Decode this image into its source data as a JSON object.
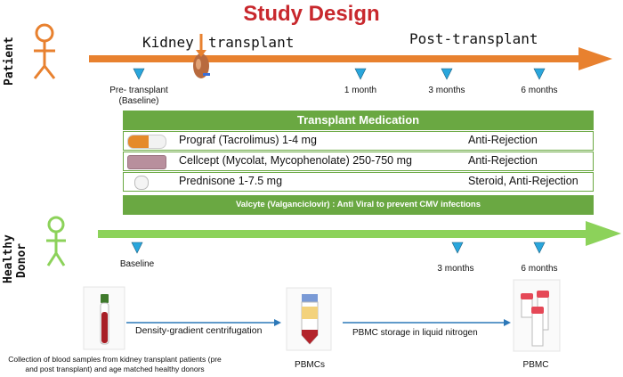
{
  "title": "Study Design",
  "patient": {
    "side_label": "Patient",
    "kidney_label": "Kidney",
    "transplant_label": "transplant",
    "post_label": "Post-transplant",
    "timepoints": [
      "Pre- transplant",
      "(Baseline)",
      "1 month",
      "3 months",
      "6 months"
    ]
  },
  "medication": {
    "header": "Transplant Medication",
    "rows": [
      {
        "drug": "Prograf (Tacrolimus) 1-4 mg",
        "use": "Anti-Rejection"
      },
      {
        "drug": "Cellcept (Mycolat, Mycophenolate) 250-750 mg",
        "use": "Anti-Rejection"
      },
      {
        "drug": "Prednisone 1-7.5 mg",
        "use": "Steroid, Anti-Rejection"
      }
    ],
    "footer": "Valcyte (Valganciclovir) : Anti Viral to prevent CMV infections"
  },
  "donor": {
    "side_label_1": "Healthy",
    "side_label_2": "Donor",
    "timepoints": [
      "Baseline",
      "3 months",
      "6 months"
    ]
  },
  "workflow": {
    "collection_text": "Collection of blood samples from kidney transplant patients (pre and post transplant) and age matched healthy donors",
    "step1": "Density-gradient centrifugation",
    "pbmcs": "PBMCs",
    "step2": "PBMC storage in liquid nitrogen",
    "pbmc": "PBMC"
  },
  "colors": {
    "title": "#c8282d",
    "patient_arrow": "#e8812f",
    "donor_arrow": "#8cd25a",
    "table_green": "#6aa842",
    "marker": "#29a6dc"
  }
}
